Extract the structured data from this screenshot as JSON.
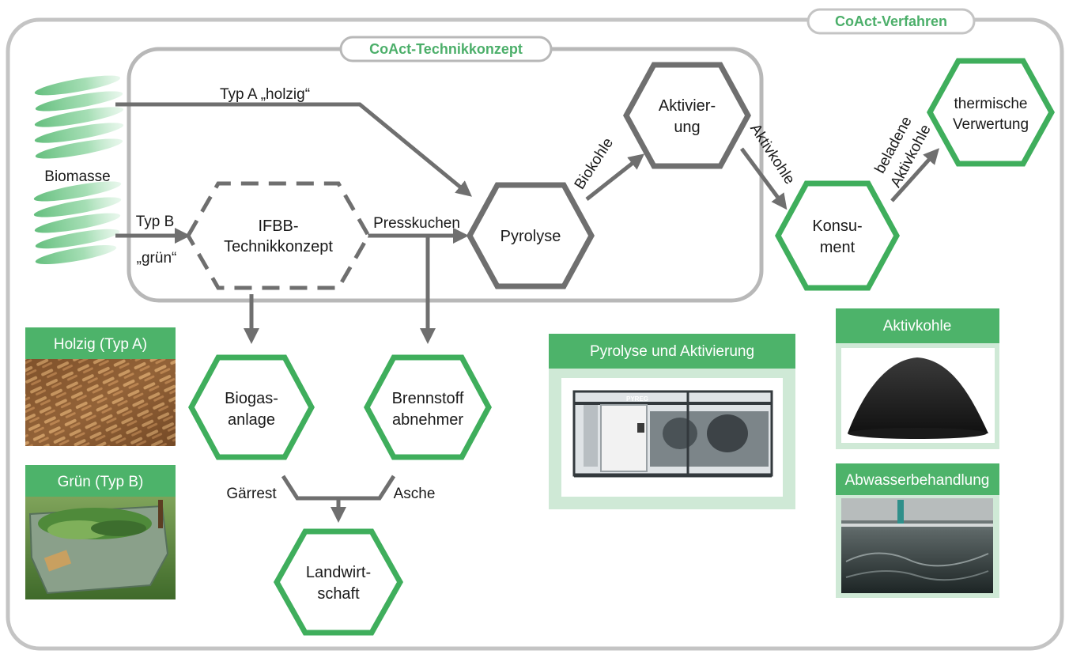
{
  "colors": {
    "green": "#3fae5c",
    "gray": "#6f6f6f",
    "light_gray": "#b8b8b8",
    "header_green": "#4db36a"
  },
  "frames": {
    "outer_title": "CoAct-Verfahren",
    "inner_title": "CoAct-Technikkonzept"
  },
  "input": {
    "label": "Biomasse",
    "type_a": "Typ A „holzig“",
    "type_b_line1": "Typ B",
    "type_b_line2": "„grün“"
  },
  "nodes": {
    "ifbb": [
      "IFBB-",
      "Technikkonzept"
    ],
    "pyrolyse": [
      "Pyrolyse"
    ],
    "aktivierung": [
      "Aktivier-",
      "ung"
    ],
    "konsument": [
      "Konsu-",
      "ment"
    ],
    "thermische": [
      "thermische",
      "Verwertung"
    ],
    "biogas": [
      "Biogas-",
      "anlage"
    ],
    "brennstoff": [
      "Brennstoff",
      "abnehmer"
    ],
    "landwirtschaft": [
      "Landwirt-",
      "schaft"
    ]
  },
  "edges": {
    "presskuchen": "Presskuchen",
    "biokohle": "Biokohle",
    "aktivkohle": "Aktivkohle",
    "beladene_line1": "beladene",
    "beladene_line2": "Aktivkohle",
    "gaerrest": "Gärrest",
    "asche": "Asche"
  },
  "panels": {
    "holzig": "Holzig (Typ A)",
    "gruen": "Grün (Typ B)",
    "pyrolyse_aktivierung": "Pyrolyse und Aktivierung",
    "machine_brand": "PYREG",
    "aktivkohle": "Aktivkohle",
    "abwasser": "Abwasserbehandlung"
  }
}
